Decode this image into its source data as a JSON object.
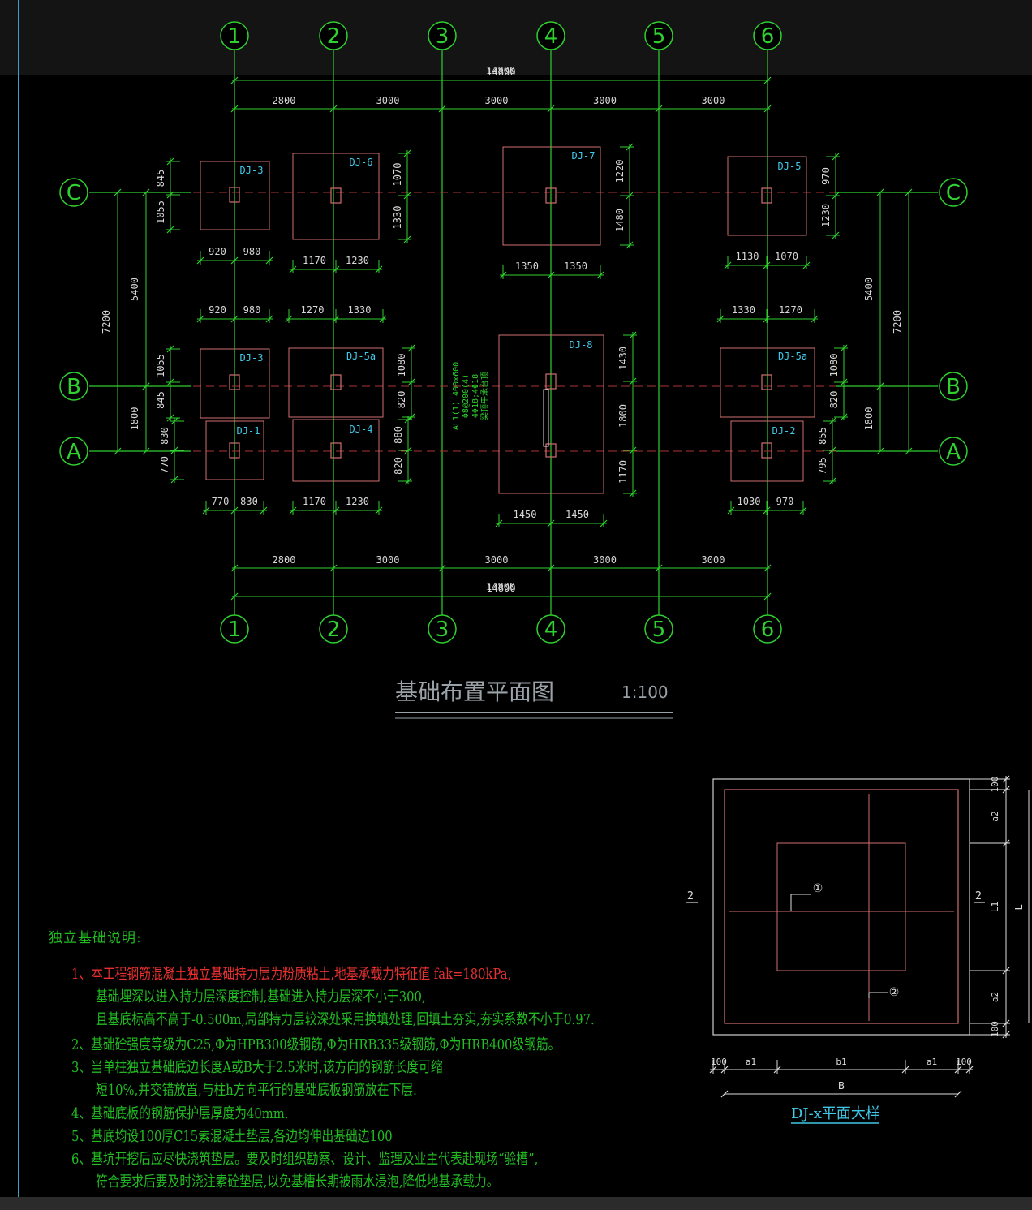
{
  "drawing": {
    "title": "基础布置平面图",
    "scale": "1:100",
    "axes_x": [
      "1",
      "2",
      "3",
      "4",
      "5",
      "6"
    ],
    "axes_y": [
      "C",
      "B",
      "A"
    ],
    "total_dim": "14800",
    "bay_dims": [
      "2800",
      "3000",
      "3000",
      "3000",
      "3000"
    ],
    "left_dims": {
      "overall": "7200",
      "ca": "5400",
      "ba": "1800"
    },
    "right_dims": {
      "overall": "7200",
      "ca": "5400",
      "ba": "1800"
    },
    "footings": [
      {
        "id": "DJ-3",
        "name": "footing-dj3-c1"
      },
      {
        "id": "DJ-6",
        "name": "footing-dj6"
      },
      {
        "id": "DJ-7",
        "name": "footing-dj7"
      },
      {
        "id": "DJ-5",
        "name": "footing-dj5"
      },
      {
        "id": "DJ-3",
        "name": "footing-dj3-b1"
      },
      {
        "id": "DJ-5a",
        "name": "footing-dj5a-b2"
      },
      {
        "id": "DJ-8",
        "name": "footing-dj8"
      },
      {
        "id": "DJ-5a",
        "name": "footing-dj5a-b6"
      },
      {
        "id": "DJ-1",
        "name": "footing-dj1"
      },
      {
        "id": "DJ-4",
        "name": "footing-dj4"
      },
      {
        "id": "DJ-2",
        "name": "footing-dj2"
      }
    ],
    "footing_dims": {
      "c1": [
        "845",
        "1055",
        "920",
        "980"
      ],
      "c2": [
        "1070",
        "1330",
        "1170",
        "1230"
      ],
      "c4": [
        "1220",
        "1480",
        "1350",
        "1350"
      ],
      "c6": [
        "970",
        "1230",
        "1130",
        "1070"
      ],
      "b1_top": [
        "920",
        "980"
      ],
      "b2_top": [
        "1270",
        "1330"
      ],
      "b6_top": [
        "1330",
        "1270"
      ],
      "b1": [
        "1055",
        "845"
      ],
      "b2": [
        "1080",
        "820"
      ],
      "b6": [
        "1080",
        "820"
      ],
      "a1": [
        "830",
        "770",
        "770",
        "830"
      ],
      "a2": [
        "880",
        "820",
        "1170",
        "1230"
      ],
      "a6": [
        "855",
        "795",
        "1030",
        "970"
      ],
      "dj8": [
        "1430",
        "1800",
        "1170",
        "1450",
        "1450"
      ]
    },
    "beam_note": [
      "AL1(1) 400x600",
      "Φ8@200(4)",
      "4Φ18;4Φ18",
      "梁顶平承台顶"
    ]
  },
  "detail": {
    "title": "DJ-x平面大样",
    "bottom_dims": [
      "100",
      "a1",
      "b1",
      "a1",
      "100"
    ],
    "bottom_total": "B",
    "right_dims": [
      "100",
      "a2",
      "L1",
      "a2",
      "100"
    ],
    "right_total": "L",
    "section_marks": [
      "2",
      "2"
    ],
    "callouts": [
      "①",
      "②"
    ]
  },
  "notes": {
    "title": "独立基础说明:",
    "lines": [
      "1、本工程钢筋混凝土独立基础持力层为粉质粘土,地基承载力特征值 fak=180kPa,",
      "基础埋深以进入持力层深度控制,基础进入持力层深不小于300,",
      "且基底标高不高于-0.500m,局部持力层较深处采用换填处理,回填土夯实,夯实系数不小于0.97.",
      "2、基础砼强度等级为C25,Φ为HPB300级钢筋,Φ为HRB335级钢筋,Φ为HRB400级钢筋。",
      "3、当单柱独立基础底边长度A或B大于2.5米时,该方向的钢筋长度可缩",
      "短10%,并交错放置,与柱h方向平行的基础底板钢筋放在下层.",
      "4、基础底板的钢筋保护层厚度为40mm.",
      "5、基底均设100厚C15素混凝土垫层,各边均伸出基础边100",
      "6、基坑开挖后应尽快浇筑垫层。要及时组织勘察、设计、监理及业主代表赴现场“验槽”,",
      "符合要求后要及时浇注素砼垫层,以免基槽长期被雨水浸泡,降低地基承载力。"
    ]
  },
  "colors": {
    "background": "#000000",
    "axis": "#2fd02f",
    "footing": "#d07070",
    "label": "#3fc8e8",
    "dim_text": "#d8d8d8",
    "note_red": "#e83030",
    "note_green": "#22bb22"
  }
}
